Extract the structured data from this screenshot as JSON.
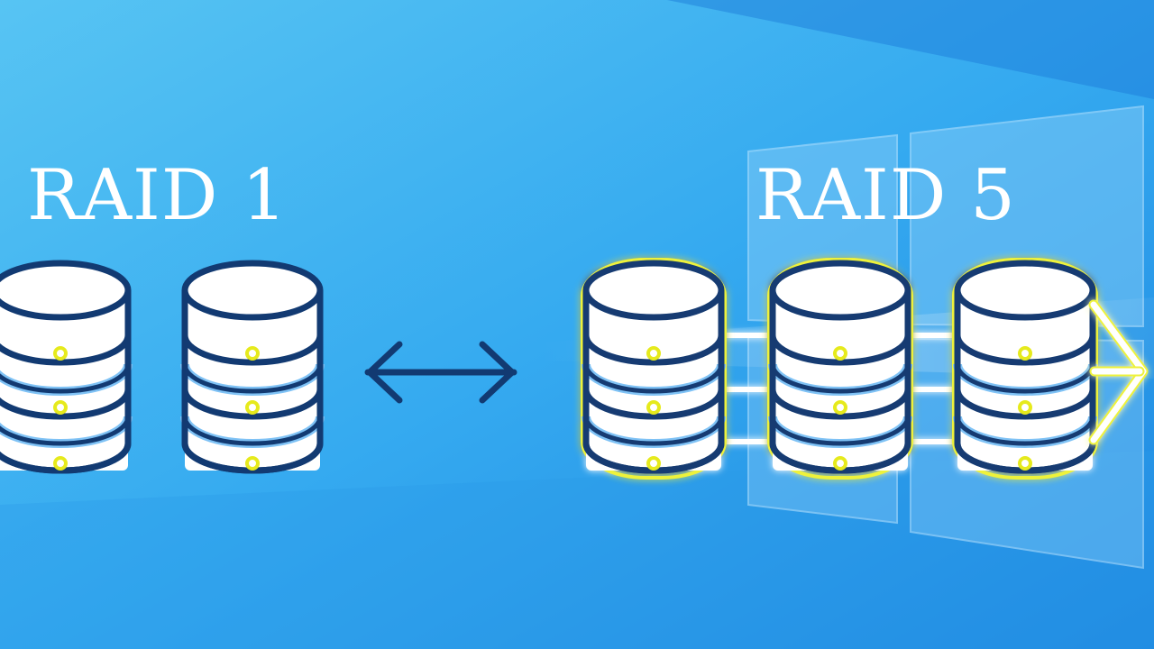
{
  "left_title": "RAID 1",
  "right_title": "RAID 5",
  "colors": {
    "background_light": "#4dbdf2",
    "background_dark": "#1f8fe3",
    "disk_fill": "#ffffff",
    "disk_stroke": "#123a72",
    "led": "#e6ea1c",
    "highlight": "#eef23a"
  },
  "icons": {
    "raid1_disks": [
      "database-icon",
      "database-icon"
    ],
    "mirror_arrow": "double-arrow-icon",
    "raid5_disks": [
      "database-icon",
      "database-icon",
      "database-icon"
    ],
    "flow_arrow": "arrow-right-icon",
    "background_logo": "windows-logo"
  }
}
